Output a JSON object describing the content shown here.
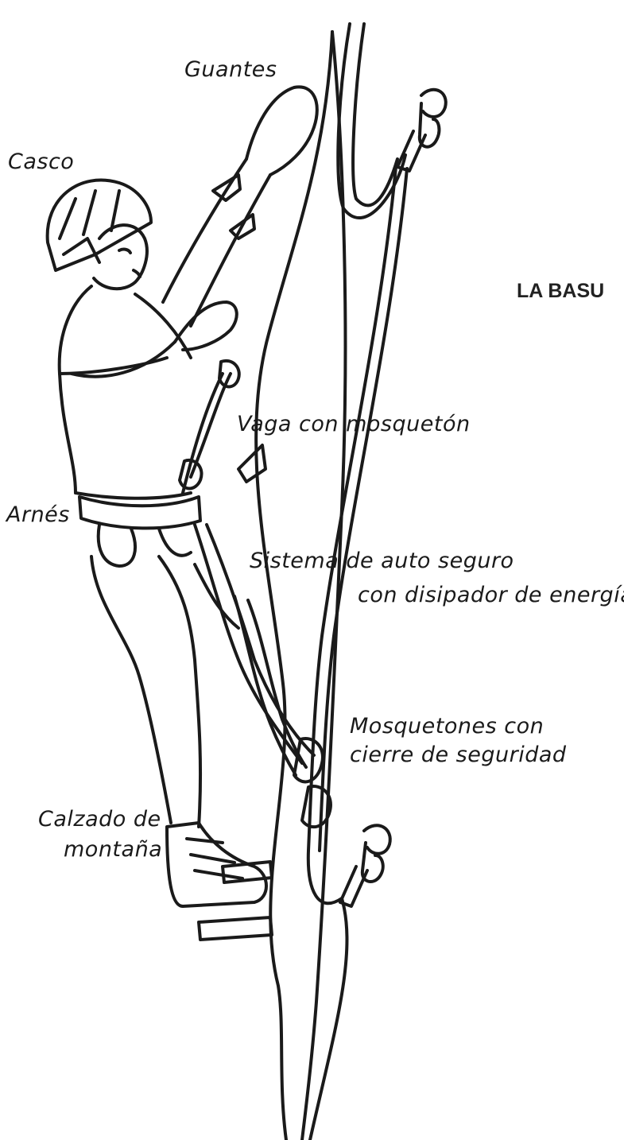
{
  "labels": {
    "guantes": "Guantes",
    "casco": "Casco",
    "vaga": "Vaga con mosquetón",
    "arnes": "Arnés",
    "sistema_line1": "Sistema de auto seguro",
    "sistema_line2": "con disipador de energía",
    "mosquetones_line1": "Mosquetones con",
    "mosquetones_line2": "cierre de seguridad",
    "calzado_line1": "Calzado de",
    "calzado_line2": "montaña"
  },
  "title_fragment": "LA BASU",
  "colors": {
    "ink": "#1a1a1a",
    "background": "#ffffff"
  }
}
